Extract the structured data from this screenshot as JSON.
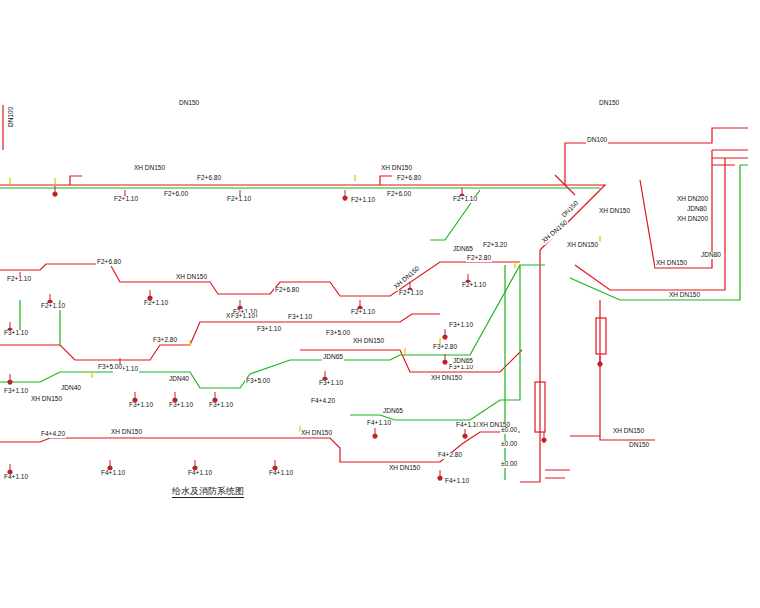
{
  "diagram": {
    "title": "给水及消防系统图",
    "labels": [
      "DN150",
      "DN150",
      "DN100",
      "XH DN150",
      "F2+6.80",
      "F2+6.00",
      "F2+1.10",
      "F2+1.10",
      "XH DN150",
      "F2+6.80",
      "F2+6.00",
      "F2+1.10",
      "F2+1.10",
      "DN150",
      "XH DN150",
      "XH DN150",
      "F2+3.20",
      "JDN65",
      "XH DN150",
      "XH DN150",
      "JDN80",
      "XH DN200",
      "JDN80",
      "XH DN200",
      "XH DN150",
      "F2+6.80",
      "F2+1.10",
      "F2+1.10",
      "XH DN150",
      "F2+1.10",
      "F2+1.10",
      "F2+6.80",
      "XH DN150",
      "F2+1.10",
      "XH DN150",
      "F2+2.80",
      "F2+1.10",
      "F2+1.10",
      "F3+1.10",
      "F3+1.10",
      "F3+1.10",
      "F3+2.80",
      "F3+1.10",
      "JDN40",
      "F3+5.00",
      "JDN40",
      "F3+1.10",
      "F3+1.10",
      "F3+1.10",
      "F3+5.00",
      "F3+5.00",
      "XH DN150",
      "JDN65",
      "F3+1.10",
      "F3+1.10",
      "F3+2.80",
      "F3+1.10",
      "JDN65",
      "XH DN150",
      "F3+1.10",
      "F3+1.10",
      "XH DN150",
      "F4+4.20",
      "JDN65",
      "F4+1.10",
      "F4+1.10",
      "XH DN150",
      "XH DN150",
      "F4+2.80",
      "F4+1.10",
      "F4+4.20",
      "F4+1.10",
      "XH DN150",
      "F4+1.10",
      "F4+1.10",
      "F4+1.10",
      "XH DN150",
      "±0.00",
      "±0.00",
      "±0.00",
      "XH DN150",
      "DN150",
      "DN100"
    ]
  }
}
